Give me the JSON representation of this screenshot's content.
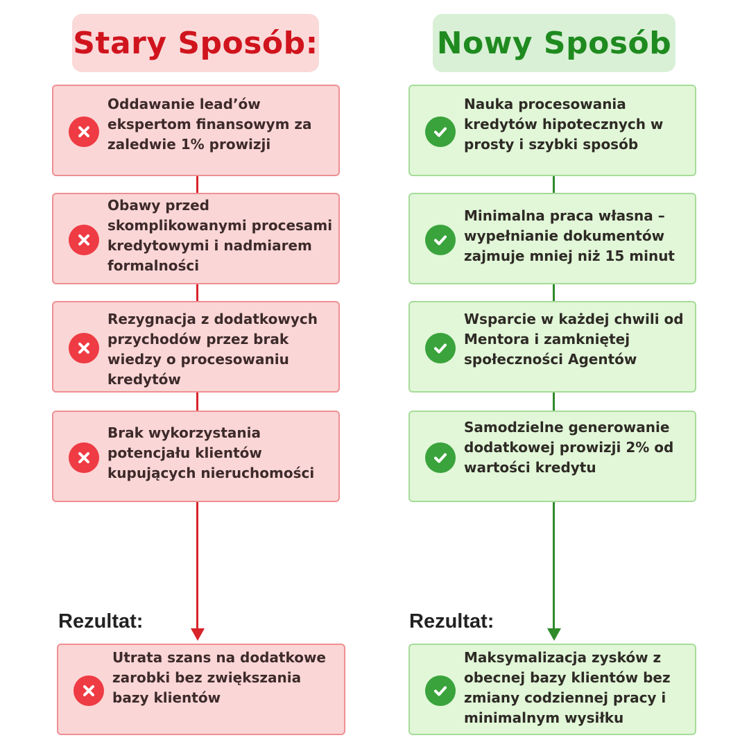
{
  "old": {
    "title": "Stary Sposób:",
    "items": [
      "Oddawanie lead’ów ekspertom finansowym za zaledwie 1% prowizji",
      "Obawy przed skomplikowanymi procesami kredytowymi i nadmiarem formalności",
      "Rezygnacja z dodatkowych przychodów przez brak wiedzy o procesowaniu kredytów",
      "Brak wykorzystania potencjału klientów kupujących nieruchomości"
    ],
    "result_label": "Rezultat:",
    "result": "Utrata szans na dodatkowe zarobki bez zwiększania bazy klientów",
    "icon": "x-circle-icon",
    "color": "#d0141d"
  },
  "new": {
    "title": "Nowy Sposób",
    "items": [
      "Nauka procesowania kredytów hipotecznych w prosty i szybki sposób",
      "Minimalna praca własna – wypełnianie dokumentów zajmuje mniej niż 15 minut",
      "Wsparcie w każdej chwili od Mentora i zamkniętej społeczności Agentów",
      "Samodzielne generowanie dodatkowej prowizji 2% od wartości kredytu"
    ],
    "result_label": "Rezultat:",
    "result": "Maksymalizacja zysków z obecnej bazy klientów bez zmiany codziennej pracy i minimalnym wysiłku",
    "icon": "check-circle-icon",
    "color": "#1f8a1f"
  }
}
